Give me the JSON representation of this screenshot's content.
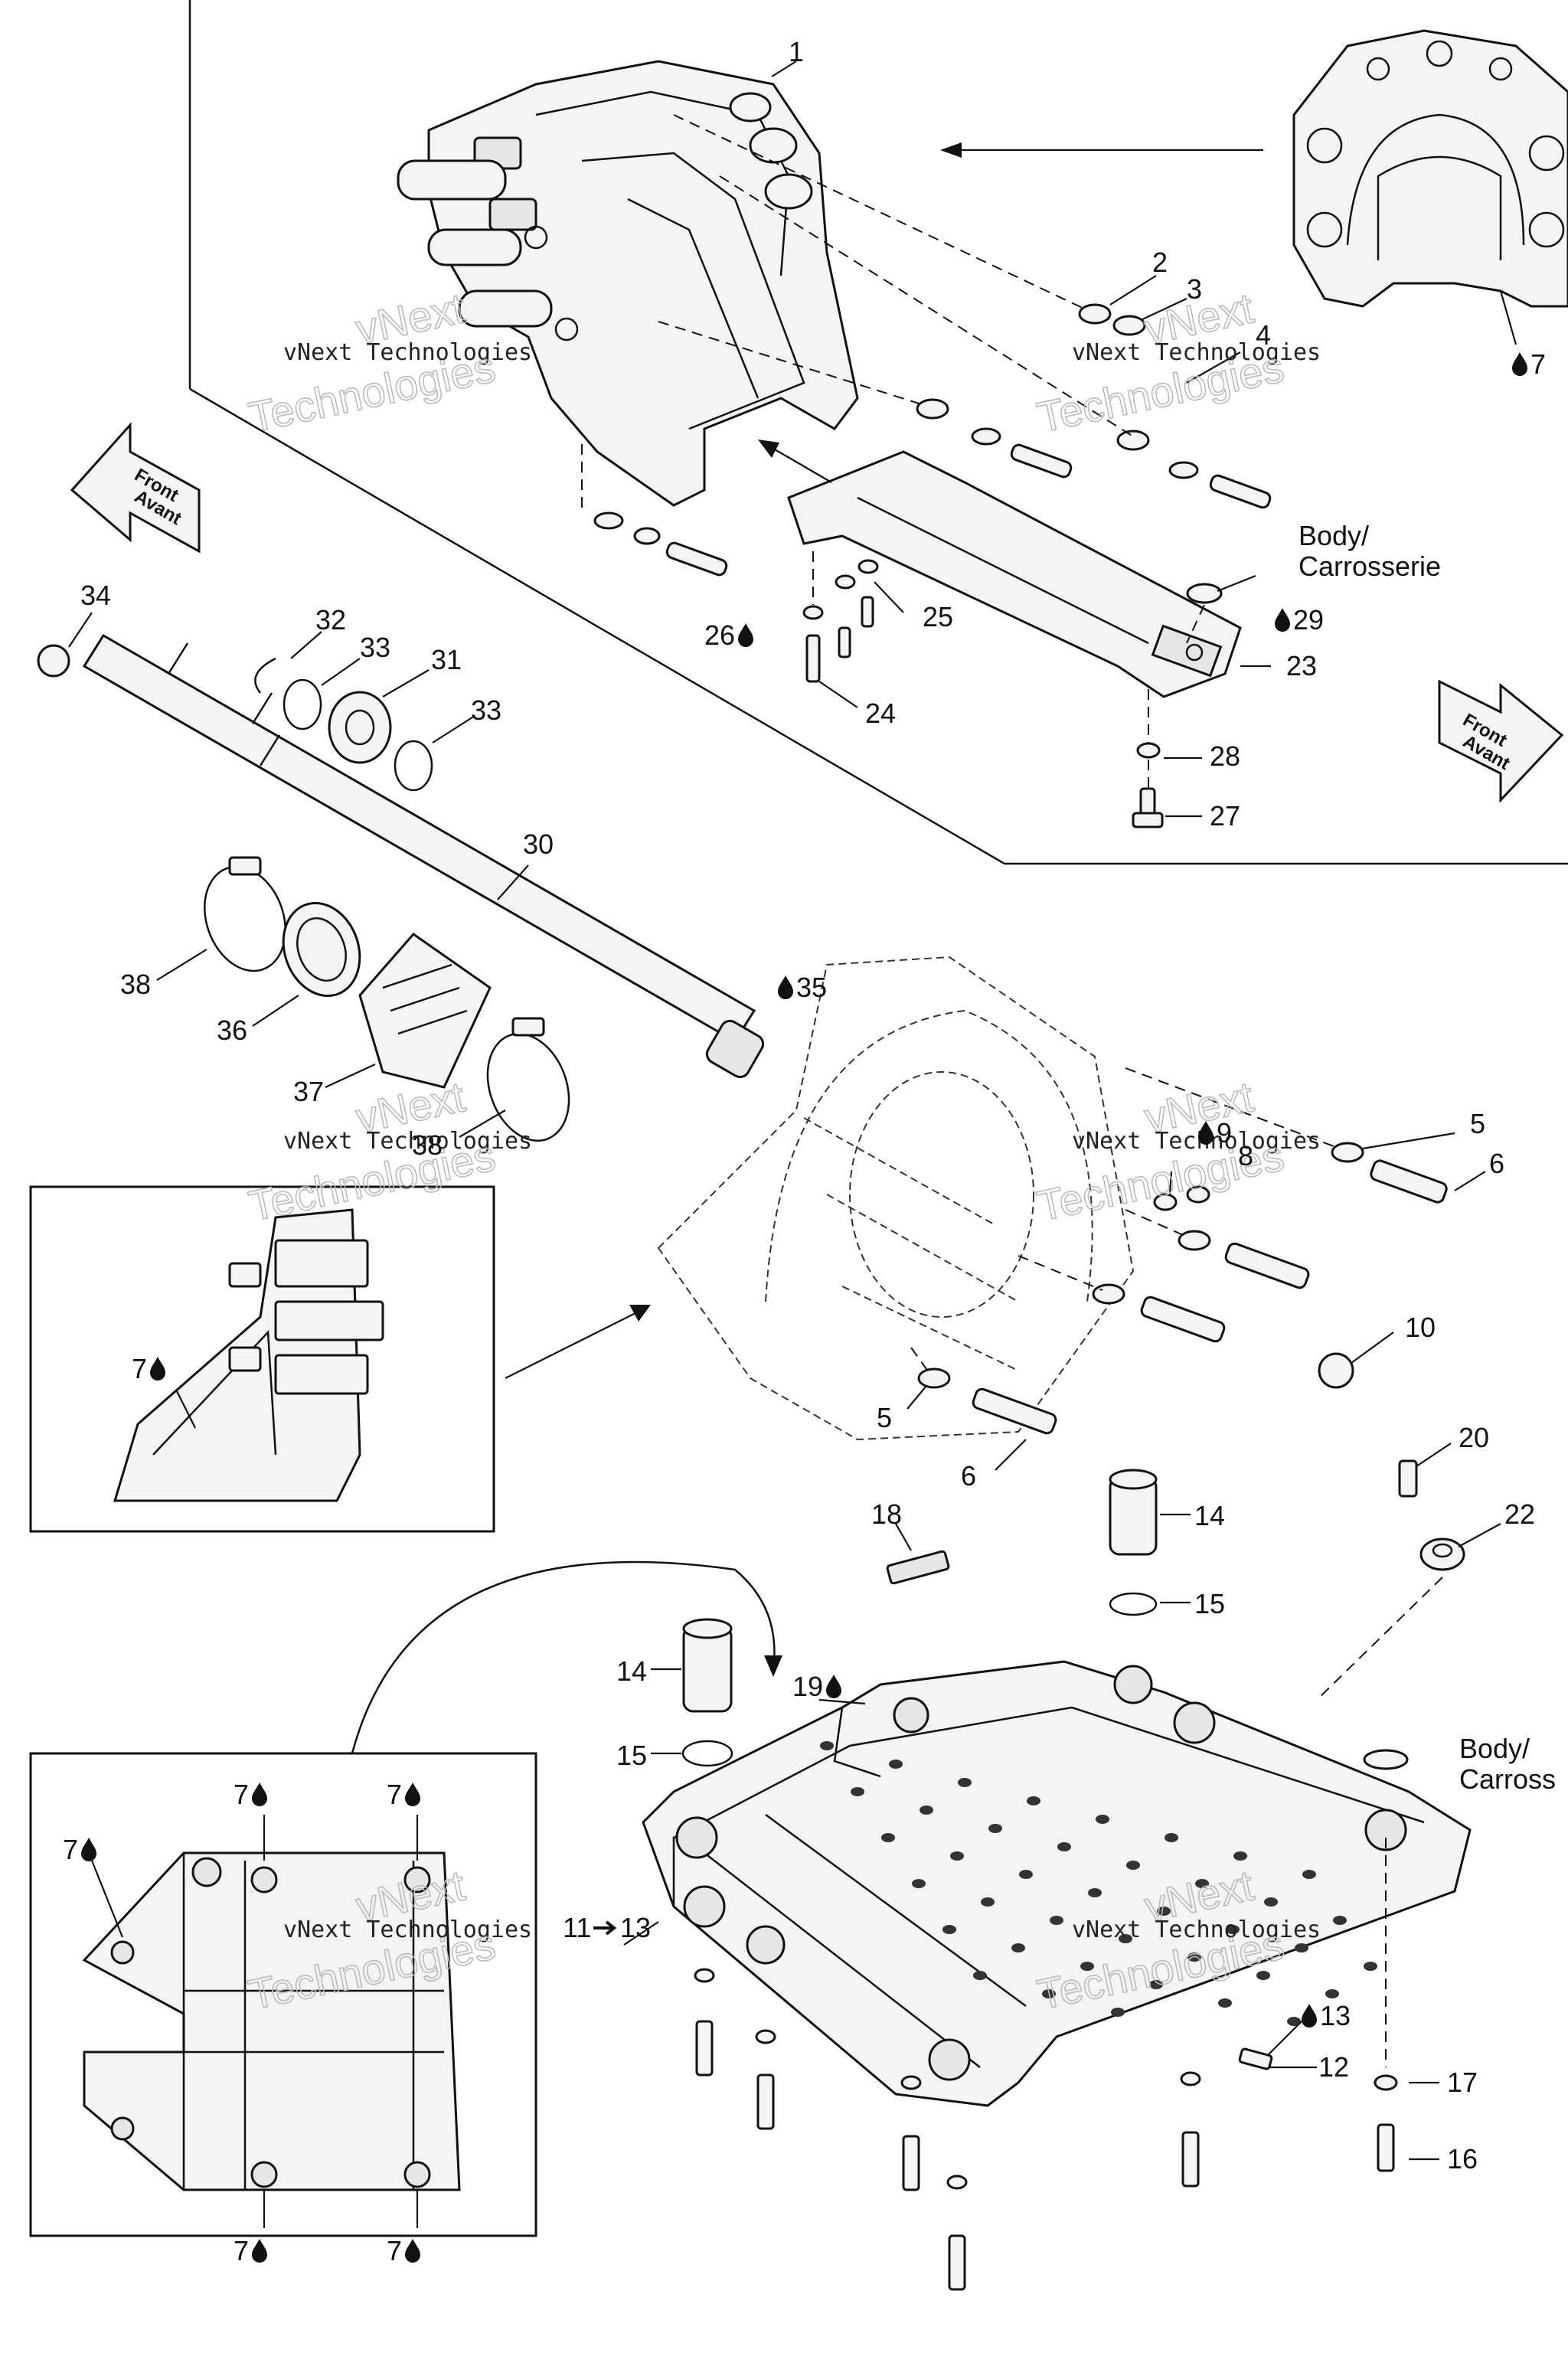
{
  "callouts": [
    {
      "id": "c1",
      "text": "1"
    },
    {
      "id": "c2",
      "text": "2"
    },
    {
      "id": "c3",
      "text": "3"
    },
    {
      "id": "c4",
      "text": "4"
    },
    {
      "id": "c7a",
      "text": "7"
    },
    {
      "id": "c26",
      "text": "26"
    },
    {
      "id": "c25",
      "text": "25"
    },
    {
      "id": "c29",
      "text": "29"
    },
    {
      "id": "c23",
      "text": "23"
    },
    {
      "id": "c24",
      "text": "24"
    },
    {
      "id": "c28",
      "text": "28"
    },
    {
      "id": "c27",
      "text": "27"
    },
    {
      "id": "c34",
      "text": "34"
    },
    {
      "id": "c32",
      "text": "32"
    },
    {
      "id": "c33a",
      "text": "33"
    },
    {
      "id": "c31",
      "text": "31"
    },
    {
      "id": "c33b",
      "text": "33"
    },
    {
      "id": "c30",
      "text": "30"
    },
    {
      "id": "c38a",
      "text": "38"
    },
    {
      "id": "c36",
      "text": "36"
    },
    {
      "id": "c35",
      "text": "35"
    },
    {
      "id": "c37",
      "text": "37"
    },
    {
      "id": "c38b",
      "text": "38"
    },
    {
      "id": "c9",
      "text": "9"
    },
    {
      "id": "c8",
      "text": "8"
    },
    {
      "id": "c5a",
      "text": "5"
    },
    {
      "id": "c6a",
      "text": "6"
    },
    {
      "id": "c7b",
      "text": "7"
    },
    {
      "id": "c10",
      "text": "10"
    },
    {
      "id": "c5b",
      "text": "5"
    },
    {
      "id": "c6b",
      "text": "6"
    },
    {
      "id": "c20",
      "text": "20"
    },
    {
      "id": "c18",
      "text": "18"
    },
    {
      "id": "c14a",
      "text": "14"
    },
    {
      "id": "c22",
      "text": "22"
    },
    {
      "id": "c15a",
      "text": "15"
    },
    {
      "id": "c14b",
      "text": "14"
    },
    {
      "id": "c19",
      "text": "19"
    },
    {
      "id": "c15b",
      "text": "15"
    },
    {
      "id": "c7c",
      "text": "7"
    },
    {
      "id": "c7d",
      "text": "7"
    },
    {
      "id": "c7e",
      "text": "7"
    },
    {
      "id": "c11",
      "text": "11"
    },
    {
      "id": "c11to",
      "text": "13"
    },
    {
      "id": "c13",
      "text": "13"
    },
    {
      "id": "c12",
      "text": "12"
    },
    {
      "id": "c17",
      "text": "17"
    },
    {
      "id": "c16",
      "text": "16"
    },
    {
      "id": "c7f",
      "text": "7"
    },
    {
      "id": "c7g",
      "text": "7"
    }
  ],
  "body_labels": {
    "top": {
      "line1": "Body/",
      "line2": "Carrosserie"
    },
    "bottom": {
      "line1": "Body/",
      "line2": "Carross"
    }
  },
  "direction_arrows": [
    {
      "line1": "Front",
      "line2": "Avant"
    },
    {
      "line1": "Front",
      "line2": "Avant"
    }
  ],
  "watermark": {
    "line1": "vNext",
    "line2": "vNext Technologies",
    "line3": "Technologies"
  },
  "colors": {
    "ink": "#111111",
    "paper": "#ffffff",
    "watermark": "#bbbbbb"
  }
}
